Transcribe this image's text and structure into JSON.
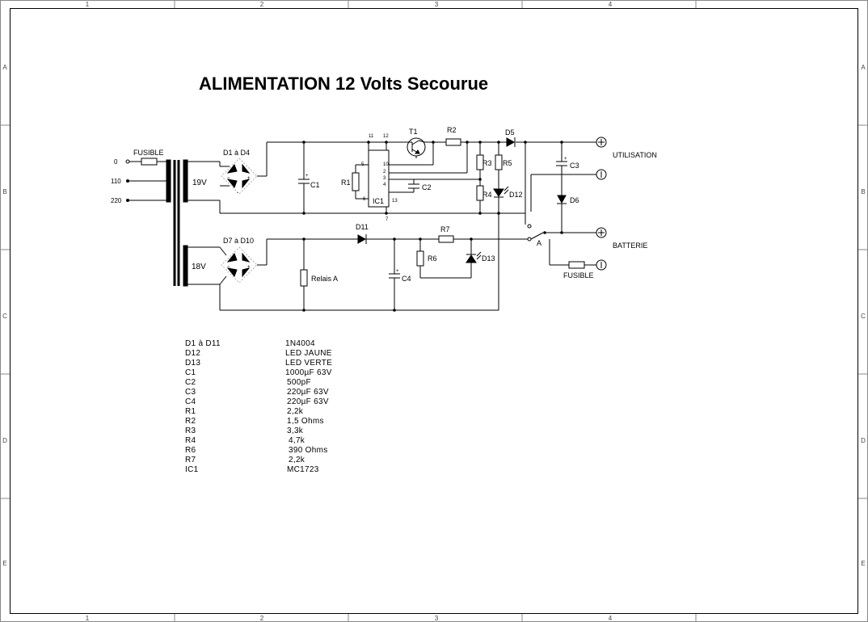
{
  "title": "ALIMENTATION 12 Volts Secourue",
  "frame": {
    "columns": [
      "1",
      "2",
      "3",
      "4"
    ],
    "rows": [
      "A",
      "B",
      "C",
      "D",
      "E"
    ]
  },
  "inputs": {
    "fuse": "FUSIBLE",
    "taps": [
      "0",
      "110",
      "220"
    ]
  },
  "transformer": {
    "secondary_top": "19V",
    "secondary_bottom": "18V"
  },
  "labels": {
    "bridge_top": "D1 à D4",
    "bridge_bottom": "D7 à D10",
    "c1": "C1",
    "r1": "R1",
    "ic1": "IC1",
    "t1": "T1",
    "r2": "R2",
    "c2": "C2",
    "r3": "R3",
    "r4": "R4",
    "r5": "R5",
    "d12": "D12",
    "d5": "D5",
    "c3": "C3",
    "d6": "D6",
    "d11": "D11",
    "r7": "R7",
    "r6": "R6",
    "d13": "D13",
    "c4": "C4",
    "relay": "Relais A",
    "switch": "A",
    "utilisation": "UTILISATION",
    "batterie": "BATTERIE",
    "fuse_out": "FUSIBLE"
  },
  "pins": {
    "p11": "11",
    "p12": "12",
    "p5": "5",
    "p6": "6",
    "p10": "10",
    "p2": "2",
    "p3": "3",
    "p4": "4",
    "p13": "13",
    "p7": "7"
  },
  "bom": [
    {
      "ref": "D1 à D11",
      "value": "1N4004"
    },
    {
      "ref": "D12",
      "value": "LED JAUNE"
    },
    {
      "ref": "D13",
      "value": "LED VERTE"
    },
    {
      "ref": "C1",
      "value": "1000µF 63V"
    },
    {
      "ref": "C2",
      "value": "500pF"
    },
    {
      "ref": "C3",
      "value": "220µF  63V"
    },
    {
      "ref": "C4",
      "value": "220µF  63V"
    },
    {
      "ref": "R1",
      "value": "2,2k"
    },
    {
      "ref": "R2",
      "value": "1,5 Ohms"
    },
    {
      "ref": "R3",
      "value": "3,3k"
    },
    {
      "ref": "R4",
      "value": "4,7k"
    },
    {
      "ref": "R6",
      "value": "390 Ohms"
    },
    {
      "ref": "R7",
      "value": "2,2k"
    },
    {
      "ref": "IC1",
      "value": "MC1723"
    }
  ]
}
